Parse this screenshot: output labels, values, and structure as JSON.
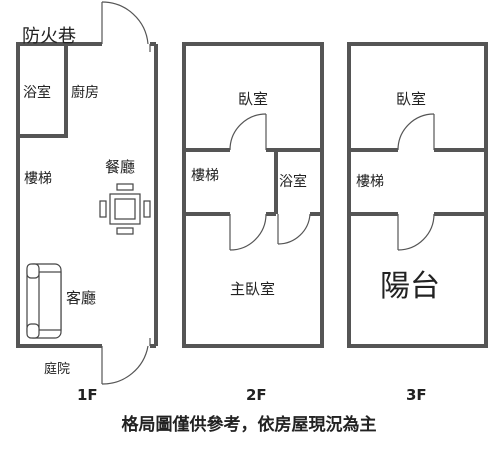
{
  "labels": {
    "alley": "防火巷",
    "courtyard": "庭院",
    "f1": {
      "bathroom": "浴室",
      "kitchen": "廚房",
      "stairs": "樓梯",
      "dining": "餐廳",
      "living": "客廳",
      "floor": "1F"
    },
    "f2": {
      "bedroom": "臥室",
      "stairs": "樓梯",
      "bathroom": "浴室",
      "master": "主臥室",
      "floor": "2F"
    },
    "f3": {
      "bedroom": "臥室",
      "stairs": "樓梯",
      "balcony": "陽台",
      "floor": "3F"
    },
    "footer": "格局圖僅供參考，依房屋現況為主"
  },
  "colors": {
    "wall": "#555555",
    "text": "#222222",
    "background": "#ffffff"
  }
}
